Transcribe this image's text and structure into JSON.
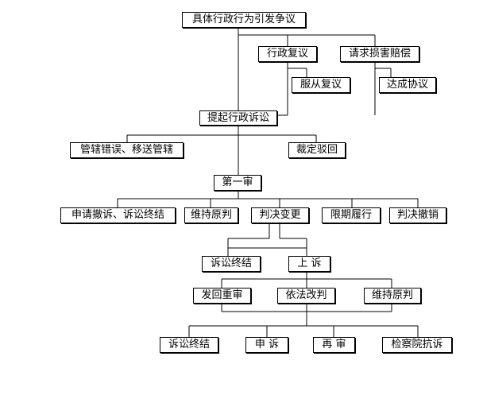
{
  "nodes": {
    "root": "具体行政行为引发争议",
    "reconsider": "行政复议",
    "compensation": "请求损害赔偿",
    "accept_reconsider": "服从复议",
    "agreement": "达成协议",
    "lawsuit": "提起行政诉讼",
    "jurisdiction_error": "管辖错误、移送管辖",
    "reject_ruling": "裁定驳回",
    "first_instance": "第一审",
    "withdraw_terminate": "申请撤诉、诉讼终结",
    "uphold_1": "维持原判",
    "judgment_change": "判决变更",
    "deadline_perform": "限期履行",
    "judgment_revoke": "判决撤销",
    "terminate_1": "诉讼终结",
    "appeal": "上 诉",
    "remand": "发回重审",
    "amend_by_law": "依法改判",
    "uphold_2": "维持原判",
    "terminate_2": "诉讼终结",
    "petition": "申 诉",
    "retrial": "再 审",
    "procuratorate_protest": "检察院抗诉"
  }
}
